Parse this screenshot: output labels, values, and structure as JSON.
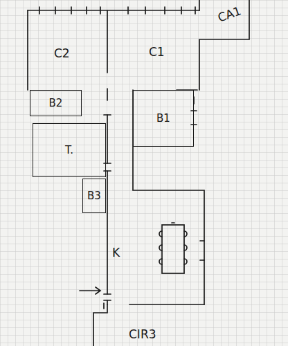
{
  "diagram": {
    "nodes": [
      {
        "text": [
          "B2"
        ]
      },
      {
        "text": [
          "B1"
        ]
      },
      {
        "text": [
          "T."
        ]
      },
      {
        "text": [
          "B3"
        ]
      }
    ],
    "labels": [
      "CA1",
      "C2",
      "C1",
      "K",
      "CIR3"
    ]
  }
}
